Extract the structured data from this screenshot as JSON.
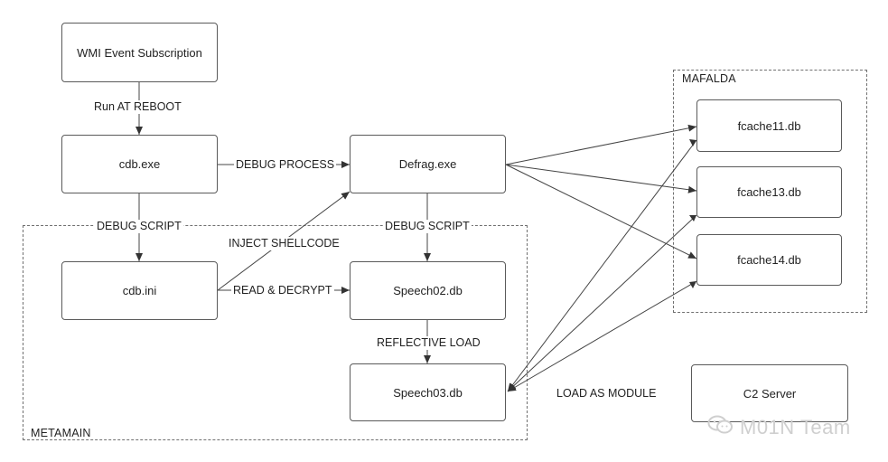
{
  "diagram": {
    "groups": {
      "metamain": "METAMAIN",
      "mafalda": "MAFALDA"
    },
    "nodes": {
      "wmi": "WMI Event Subscription",
      "cdb_exe": "cdb.exe",
      "cdb_ini": "cdb.ini",
      "defrag": "Defrag.exe",
      "speech02": "Speech02.db",
      "speech03": "Speech03.db",
      "fcache11": "fcache11.db",
      "fcache13": "fcache13.db",
      "fcache14": "fcache14.db",
      "c2": "C2 Server"
    },
    "edges": {
      "run_at_reboot": "Run AT REBOOT",
      "debug_process": "DEBUG PROCESS",
      "debug_script_left": "DEBUG SCRIPT",
      "debug_script_right": "DEBUG SCRIPT",
      "inject_shellcode": "INJECT SHELLCODE",
      "read_decrypt": "READ & DECRYPT",
      "reflective_load": "REFLECTIVE LOAD",
      "load_as_module": "LOAD AS MODULE"
    },
    "watermark": "M01N Team"
  }
}
